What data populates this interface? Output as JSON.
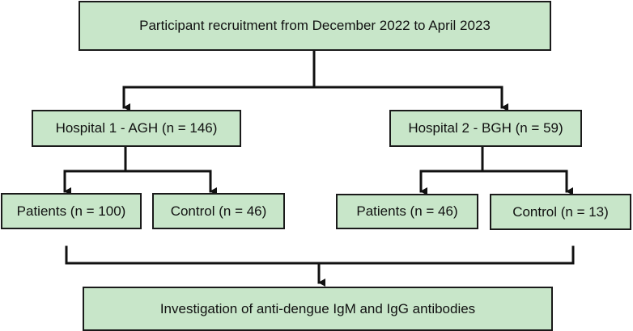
{
  "colors": {
    "box_fill": "#c8e6c9",
    "box_border": "#1a1a1a",
    "line": "#111111",
    "background": "#ffffff"
  },
  "diagram": {
    "recruitment": "Participant recruitment from December 2022 to April 2023",
    "hospital1": {
      "label": "Hospital 1 - AGH (n = 146)",
      "patients": "Patients (n = 100)",
      "control": "Control (n = 46)"
    },
    "hospital2": {
      "label": "Hospital 2 - BGH (n = 59)",
      "patients": "Patients (n = 46)",
      "control": "Control (n = 13)"
    },
    "investigation": "Investigation of anti-dengue IgM and IgG antibodies"
  }
}
